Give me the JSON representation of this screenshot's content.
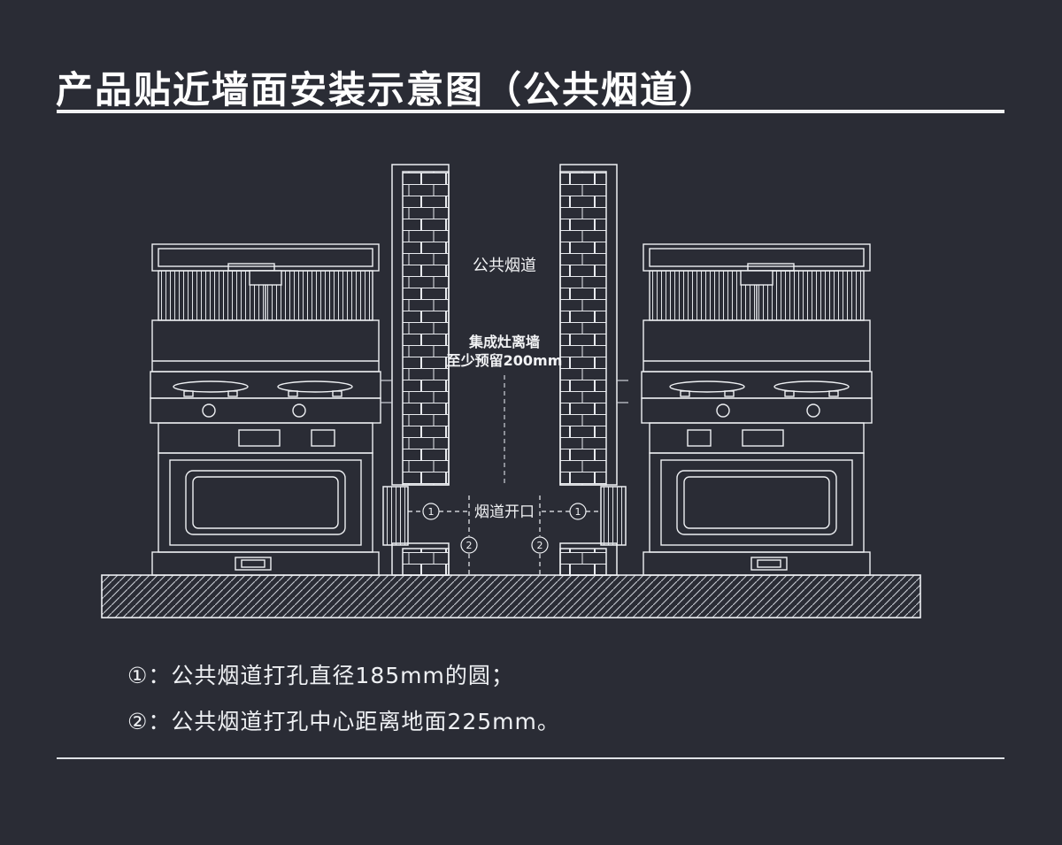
{
  "page": {
    "title": "产品贴近墙面安装示意图（公共烟道）",
    "colors": {
      "background": "#2a2c35",
      "line": "#eef0f3",
      "text": "#f2f3f5"
    }
  },
  "diagram": {
    "labels": {
      "flue": "公共烟道",
      "clearance_line1": "集成灶离墙",
      "clearance_line2": "至少预留200mm",
      "opening": "烟道开口"
    },
    "markers": {
      "m1": "1",
      "m2": "2"
    }
  },
  "notes": {
    "items": [
      "①：公共烟道打孔直径185mm的圆；",
      "②：公共烟道打孔中心距离地面225mm。"
    ]
  }
}
